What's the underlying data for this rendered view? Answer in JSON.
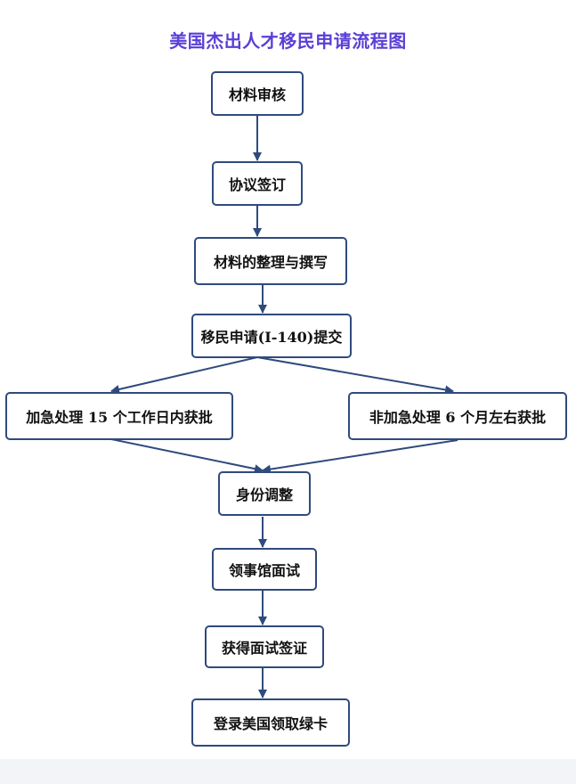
{
  "title": "美国杰出人才移民申请流程图",
  "steps": {
    "material_review": "材料审核",
    "agreement_signing": "协议签订",
    "material_preparation": "材料的整理与撰写",
    "i140_submission": "移民申请(I-140)提交",
    "expedited": "加急处理 15 个工作日内获批",
    "non_expedited": "非加急处理 6 个月左右获批",
    "status_adjustment": "身份调整",
    "consulate_interview": "领事馆面试",
    "visa_granted": "获得面试签证",
    "green_card": "登录美国领取绿卡"
  },
  "colors": {
    "title": "#5b3fd6",
    "box_border": "#2f4a7d",
    "arrow": "#2f4a7d"
  }
}
